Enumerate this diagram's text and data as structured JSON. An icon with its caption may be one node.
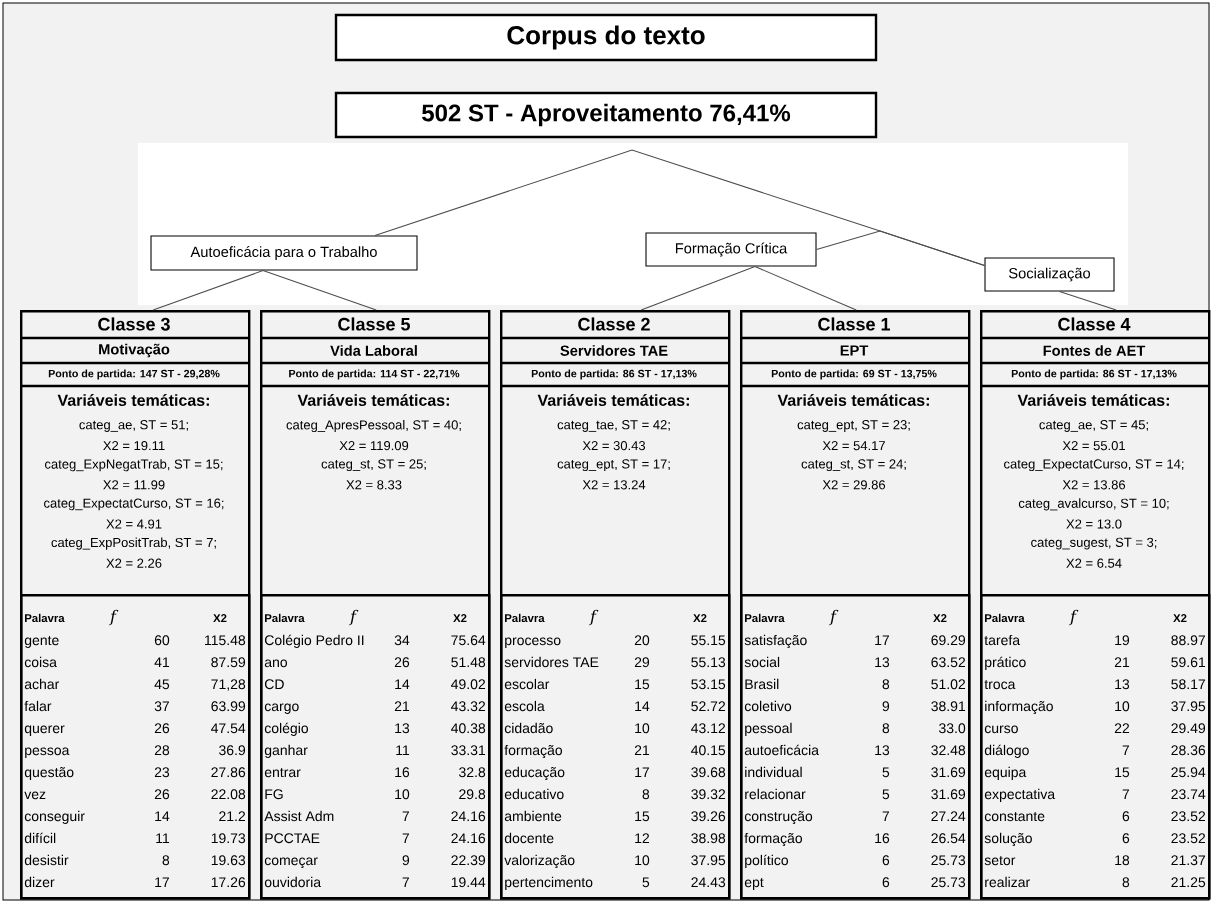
{
  "diagram": {
    "nodes": [
      {
        "text": [
          "Corpus do texto"
        ]
      },
      {
        "text": [
          "502 ST - Aproveitamento 76,41%"
        ]
      },
      {
        "text": [
          "Autoeficácia para o Trabalho"
        ]
      },
      {
        "text": [
          "Formação Crítica"
        ]
      },
      {
        "text": [
          "Socialização"
        ]
      },
      {
        "text": [
          "Classe 3",
          "Motivação",
          "Ponto de partida: 147 ST - 29,28%",
          "Variáveis temáticas:",
          "categ_ae, ST = 51;",
          "X2 = 19.11",
          "categ_ExpNegatTrab, ST = 15;",
          "X2 = 11.99",
          "categ_ExpectatCurso, ST = 16;",
          "X2 = 4.91",
          "categ_ExpPositTrab, ST = 7;",
          "X2 = 2.26"
        ]
      },
      {
        "text": [
          "Palavra",
          "f",
          "X2",
          "gente",
          "60",
          "115.48",
          "coisa",
          "41",
          "87.59",
          "achar",
          "45",
          "71,28",
          "falar",
          "37",
          "63.99",
          "querer",
          "26",
          "47.54",
          "pessoa",
          "28",
          "36.9",
          "questão",
          "23",
          "27.86",
          "vez",
          "26",
          "22.08",
          "conseguir",
          "14",
          "21.2",
          "difícil",
          "11",
          "19.73",
          "desistir",
          "8",
          "19.63",
          "dizer",
          "17",
          "17.26"
        ],
        "in": 5
      },
      {
        "text": [
          "Classe 5",
          "Vida Laboral",
          "Ponto de partida: 114 ST - 22,71%",
          "Variáveis temáticas:",
          "categ_ApresPessoal, ST = 40;",
          "X2 = 119.09",
          "categ_st, ST = 25;",
          "X2 = 8.33"
        ]
      },
      {
        "text": [
          "Palavra",
          "f",
          "X2",
          "Colégio Pedro II",
          "34",
          "75.64",
          "ano",
          "26",
          "51.48",
          "CD",
          "14",
          "49.02",
          "cargo",
          "21",
          "43.32",
          "colégio",
          "13",
          "40.38",
          "ganhar",
          "11",
          "33.31",
          "entrar",
          "16",
          "32.8",
          "FG",
          "10",
          "29.8",
          "Assist Adm",
          "7",
          "24.16",
          "PCCTAE",
          "7",
          "24.16",
          "começar",
          "9",
          "22.39",
          "ouvidoria",
          "7",
          "19.44"
        ],
        "in": 7
      },
      {
        "text": [
          "Classe 2",
          "Servidores TAE",
          "Ponto de partida: 86 ST - 17,13%",
          "Variáveis temáticas:",
          "categ_tae, ST = 42;",
          "X2 = 30.43",
          "categ_ept, ST = 17;",
          "X2 = 13.24"
        ]
      },
      {
        "text": [
          "Palavra",
          "f",
          "X2",
          "processo",
          "20",
          "55.15",
          "servidores TAE",
          "29",
          "55.13",
          "escolar",
          "15",
          "53.15",
          "escola",
          "14",
          "52.72",
          "cidadão",
          "10",
          "43.12",
          "formação",
          "21",
          "40.15",
          "educação",
          "17",
          "39.68",
          "educativo",
          "8",
          "39.32",
          "ambiente",
          "15",
          "39.26",
          "docente",
          "12",
          "38.98",
          "valorização",
          "10",
          "37.95",
          "pertencimento",
          "5",
          "24.43"
        ],
        "in": 9
      },
      {
        "text": [
          "Classe 1",
          "EPT",
          "Ponto de partida: 69 ST - 13,75%",
          "Variáveis temáticas:",
          "categ_ept, ST = 23;",
          "X2 = 54.17",
          "categ_st, ST = 24;",
          "X2 = 29.86"
        ]
      },
      {
        "text": [
          "Palavra",
          "f",
          "X2",
          "satisfação",
          "17",
          "69.29",
          "social",
          "13",
          "63.52",
          "Brasil",
          "8",
          "51.02",
          "coletivo",
          "9",
          "38.91",
          "pessoal",
          "8",
          "33.0",
          "autoeficácia",
          "13",
          "32.48",
          "individual",
          "5",
          "31.69",
          "relacionar",
          "5",
          "31.69",
          "construção",
          "7",
          "27.24",
          "formação",
          "16",
          "26.54",
          "político",
          "6",
          "25.73",
          "ept",
          "6",
          "25.73"
        ],
        "in": 11
      },
      {
        "text": [
          "Classe 4",
          "Fontes de AET",
          "Ponto de partida: 86 ST - 17,13%",
          "Variáveis temáticas:",
          "categ_ae, ST = 45;",
          "X2 = 55.01",
          "categ_ExpectatCurso, ST = 14;",
          "X2 = 13.86",
          "categ_avalcurso, ST = 10;",
          "X2 = 13.0",
          "categ_sugest, ST = 3;",
          "X2 = 6.54"
        ]
      },
      {
        "text": [
          "Palavra",
          "f",
          "X2",
          "tarefa",
          "19",
          "88.97",
          "prático",
          "21",
          "59.61",
          "troca",
          "13",
          "58.17",
          "informação",
          "10",
          "37.95",
          "curso",
          "22",
          "29.49",
          "diálogo",
          "7",
          "28.36",
          "equipa",
          "15",
          "25.94",
          "expectativa",
          "7",
          "23.74",
          "constante",
          "6",
          "23.52",
          "solução",
          "6",
          "23.52",
          "setor",
          "18",
          "21.37",
          "realizar",
          "8",
          "21.25"
        ],
        "in": 13
      }
    ],
    "edges": [
      {
        "from": 2,
        "to": 4,
        "arrow": "none"
      },
      {
        "from": 3,
        "to": 4,
        "arrow": "none"
      },
      {
        "from": 2,
        "to": 5,
        "arrow": "none"
      },
      {
        "from": 2,
        "to": 7,
        "arrow": "none"
      },
      {
        "from": 3,
        "to": 9,
        "arrow": "none"
      },
      {
        "from": 3,
        "to": 11,
        "arrow": "none"
      },
      {
        "from": 4,
        "to": 13,
        "arrow": "none"
      }
    ]
  }
}
